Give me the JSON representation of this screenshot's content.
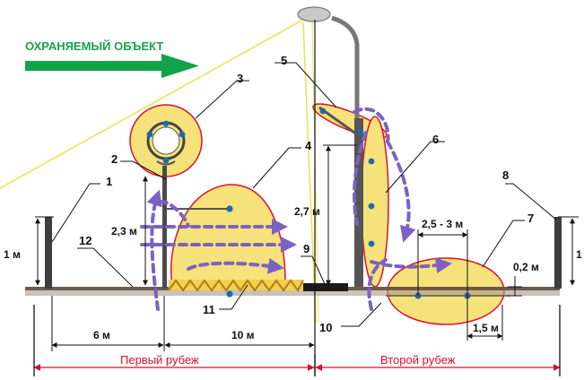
{
  "header": {
    "title": "ОХРАНЯЕМЫЙ ОБЪЕКТ"
  },
  "callouts": [
    "1",
    "2",
    "3",
    "4",
    "5",
    "6",
    "7",
    "8",
    "9",
    "10",
    "11",
    "12"
  ],
  "dimensions": {
    "fence_left": "1 м",
    "fence_right": "1",
    "post_height": "2,3 м",
    "lamp_height": "2,7 м",
    "dist_1": "6 м",
    "dist_2": "10 м",
    "spacing": "2,5 - 3 м",
    "depth": "0,2 м",
    "under": "1,5 м"
  },
  "zones": {
    "first": "Первый рубеж",
    "second": "Второй рубеж"
  },
  "colors": {
    "detection_fill": "#f6e27a",
    "detection_stroke": "#e0102a",
    "path": "#7b62c2",
    "sensor": "#1c6ab0",
    "arrow": "#12a24a",
    "zone_line": "#d8102a",
    "light": "#f0e05a"
  }
}
